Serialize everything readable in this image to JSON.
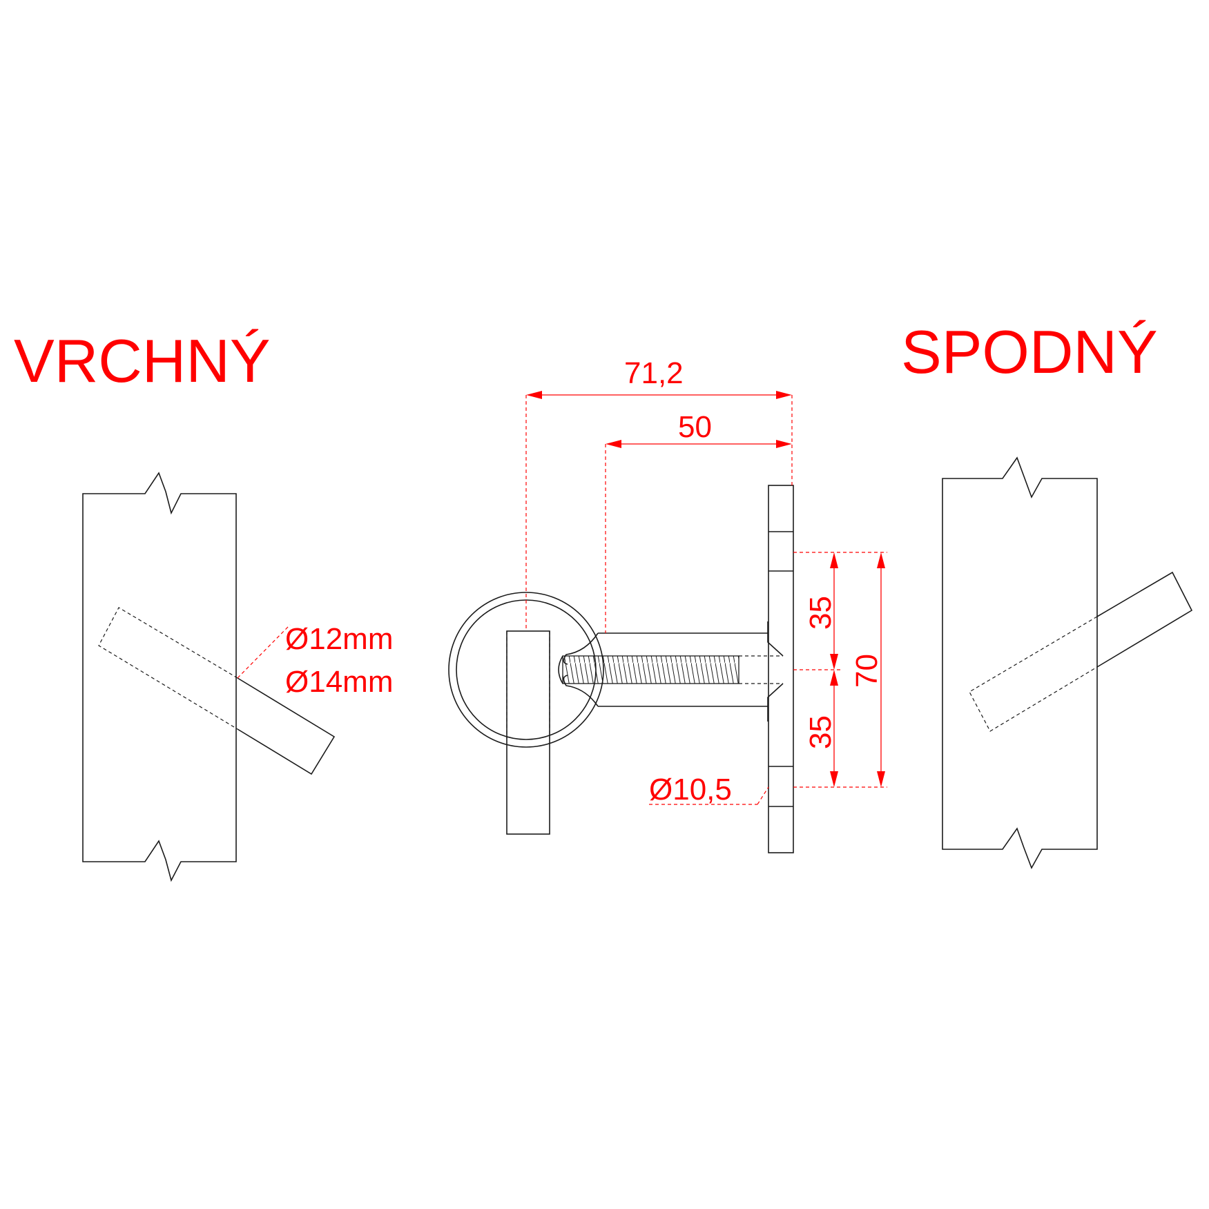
{
  "labels": {
    "top_view": "VRCHNÝ",
    "bottom_view": "SPODNÝ",
    "dia_inner": "Ø12mm",
    "dia_outer": "Ø14mm",
    "hole_dia": "Ø10,5"
  },
  "dimensions": {
    "overall_length": "71,2",
    "arm_length": "50",
    "half_upper": "35",
    "half_lower": "35",
    "plate_height": "70"
  },
  "colors": {
    "annotation": "#ff0000",
    "outline": "#1a1a1a"
  }
}
